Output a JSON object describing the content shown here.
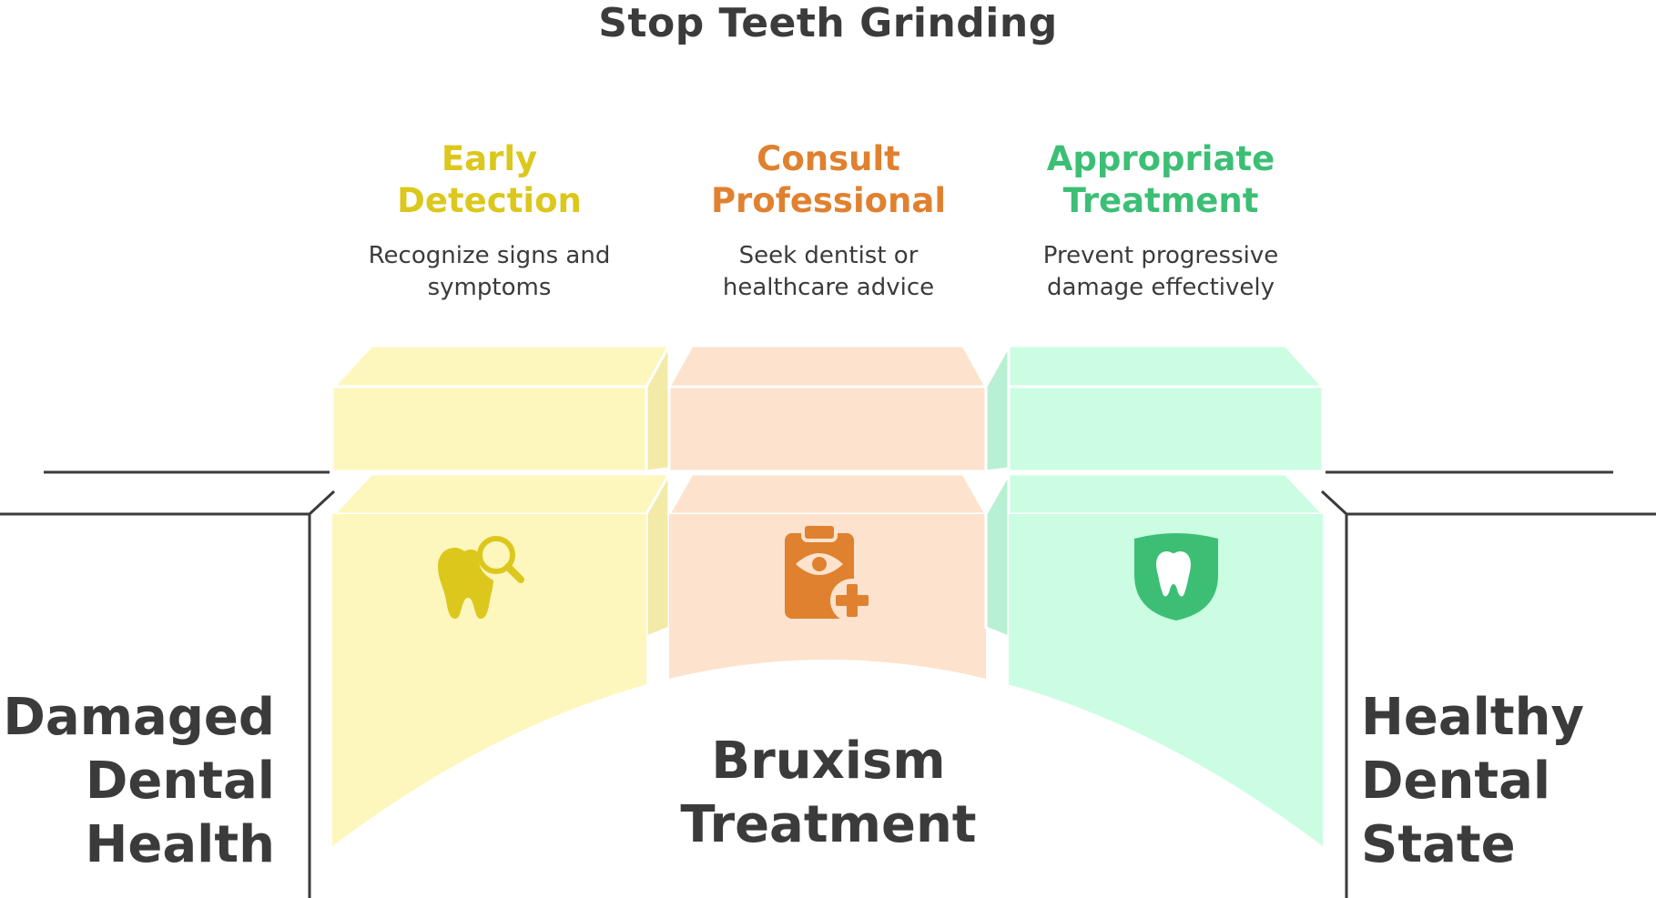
{
  "title": "Stop Teeth Grinding",
  "start": {
    "label": "Damaged\nDental\nHealth"
  },
  "end": {
    "label": "Healthy\nDental\nState"
  },
  "bridge": {
    "label": "Bruxism\nTreatment"
  },
  "steps": [
    {
      "title": "Early\nDetection",
      "description": "Recognize signs and\nsymptoms",
      "icon": "tooth-search-icon",
      "accent": "#dcc71c",
      "fill": "#fdf7bd",
      "iconColor": "#dcc71c"
    },
    {
      "title": "Consult\nProfessional",
      "description": "Seek dentist or\nhealthcare advice",
      "icon": "clipboard-medical-icon",
      "accent": "#e0812f",
      "fill": "#fde2cd",
      "iconColor": "#e0812f"
    },
    {
      "title": "Appropriate\nTreatment",
      "description": "Prevent progressive\ndamage effectively",
      "icon": "tooth-shield-icon",
      "accent": "#3cbf75",
      "fill": "#cbfde3",
      "iconColor": "#3cbf75"
    }
  ]
}
